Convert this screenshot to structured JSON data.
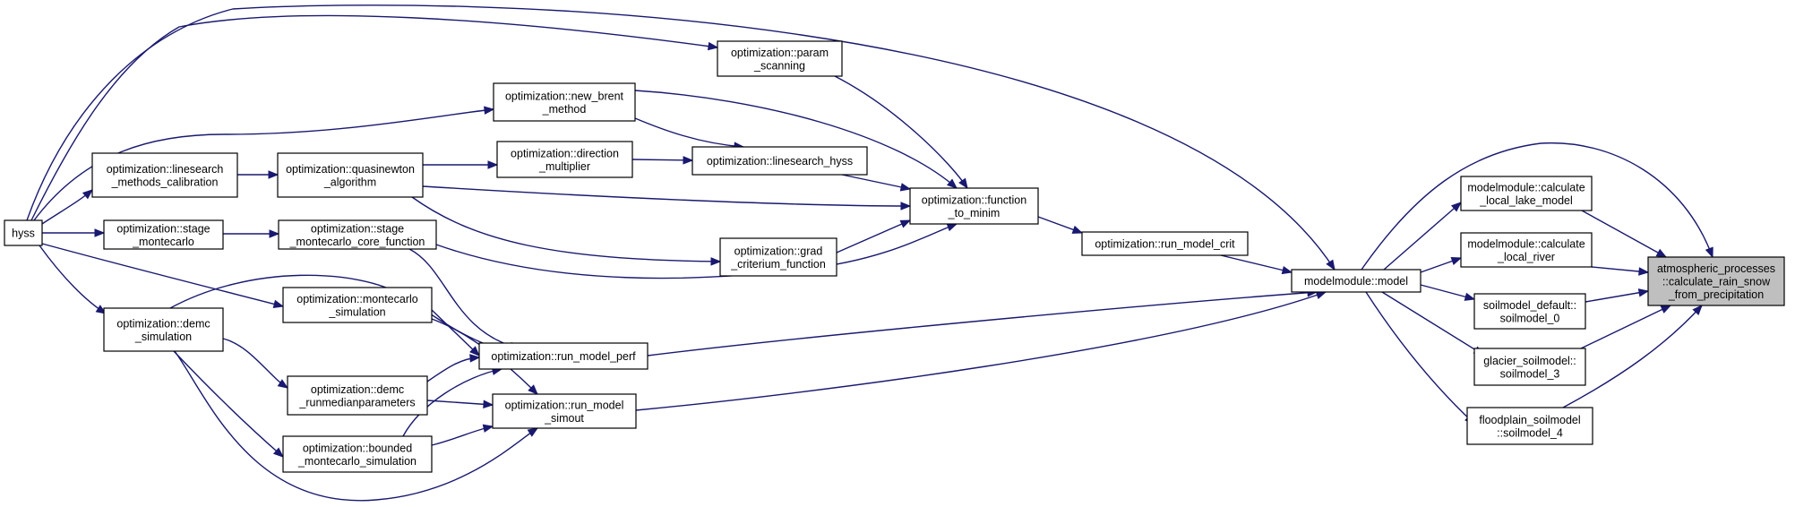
{
  "nodes": [
    {
      "id": "hyss",
      "lines": [
        "hyss"
      ]
    },
    {
      "id": "linesearch_methods_calibration",
      "lines": [
        "optimization::linesearch",
        "_methods_calibration"
      ]
    },
    {
      "id": "stage_montecarlo",
      "lines": [
        "optimization::stage",
        "_montecarlo"
      ]
    },
    {
      "id": "demc_simulation",
      "lines": [
        "optimization::demc",
        "_simulation"
      ]
    },
    {
      "id": "quasinewton_algorithm",
      "lines": [
        "optimization::quasinewton",
        "_algorithm"
      ]
    },
    {
      "id": "stage_montecarlo_core_function",
      "lines": [
        "optimization::stage",
        "_montecarlo_core_function"
      ]
    },
    {
      "id": "montecarlo_simulation",
      "lines": [
        "optimization::montecarlo",
        "_simulation"
      ]
    },
    {
      "id": "demc_runmedianparameters",
      "lines": [
        "optimization::demc",
        "_runmedianparameters"
      ]
    },
    {
      "id": "bounded_montecarlo_simulation",
      "lines": [
        "optimization::bounded",
        "_montecarlo_simulation"
      ]
    },
    {
      "id": "new_brent_method",
      "lines": [
        "optimization::new_brent",
        "_method"
      ]
    },
    {
      "id": "direction_multiplier",
      "lines": [
        "optimization::direction",
        "_multiplier"
      ]
    },
    {
      "id": "run_model_perf",
      "lines": [
        "optimization::run_model_perf"
      ]
    },
    {
      "id": "run_model_simout",
      "lines": [
        "optimization::run_model",
        "_simout"
      ]
    },
    {
      "id": "param_scanning",
      "lines": [
        "optimization::param",
        "_scanning"
      ]
    },
    {
      "id": "linesearch_hyss",
      "lines": [
        "optimization::linesearch_hyss"
      ]
    },
    {
      "id": "grad_criterium_function",
      "lines": [
        "optimization::grad",
        "_criterium_function"
      ]
    },
    {
      "id": "function_to_minim",
      "lines": [
        "optimization::function",
        "_to_minim"
      ]
    },
    {
      "id": "run_model_crit",
      "lines": [
        "optimization::run_model_crit"
      ]
    },
    {
      "id": "model",
      "lines": [
        "modelmodule::model"
      ]
    },
    {
      "id": "calculate_local_lake_model",
      "lines": [
        "modelmodule::calculate",
        "_local_lake_model"
      ]
    },
    {
      "id": "calculate_local_river",
      "lines": [
        "modelmodule::calculate",
        "_local_river"
      ]
    },
    {
      "id": "soilmodel_0",
      "lines": [
        "soilmodel_default::",
        "soilmodel_0"
      ]
    },
    {
      "id": "soilmodel_3",
      "lines": [
        "glacier_soilmodel::",
        "soilmodel_3"
      ]
    },
    {
      "id": "soilmodel_4",
      "lines": [
        "floodplain_soilmodel",
        "::soilmodel_4"
      ]
    },
    {
      "id": "calculate_rain_snow_from_precipitation",
      "lines": [
        "atmospheric_processes",
        "::calculate_rain_snow",
        "_from_precipitation"
      ]
    }
  ],
  "colors": {
    "edge": "#191970",
    "node_border": "#000000",
    "root_fill": "#bfbfbf",
    "node_fill": "#ffffff"
  }
}
